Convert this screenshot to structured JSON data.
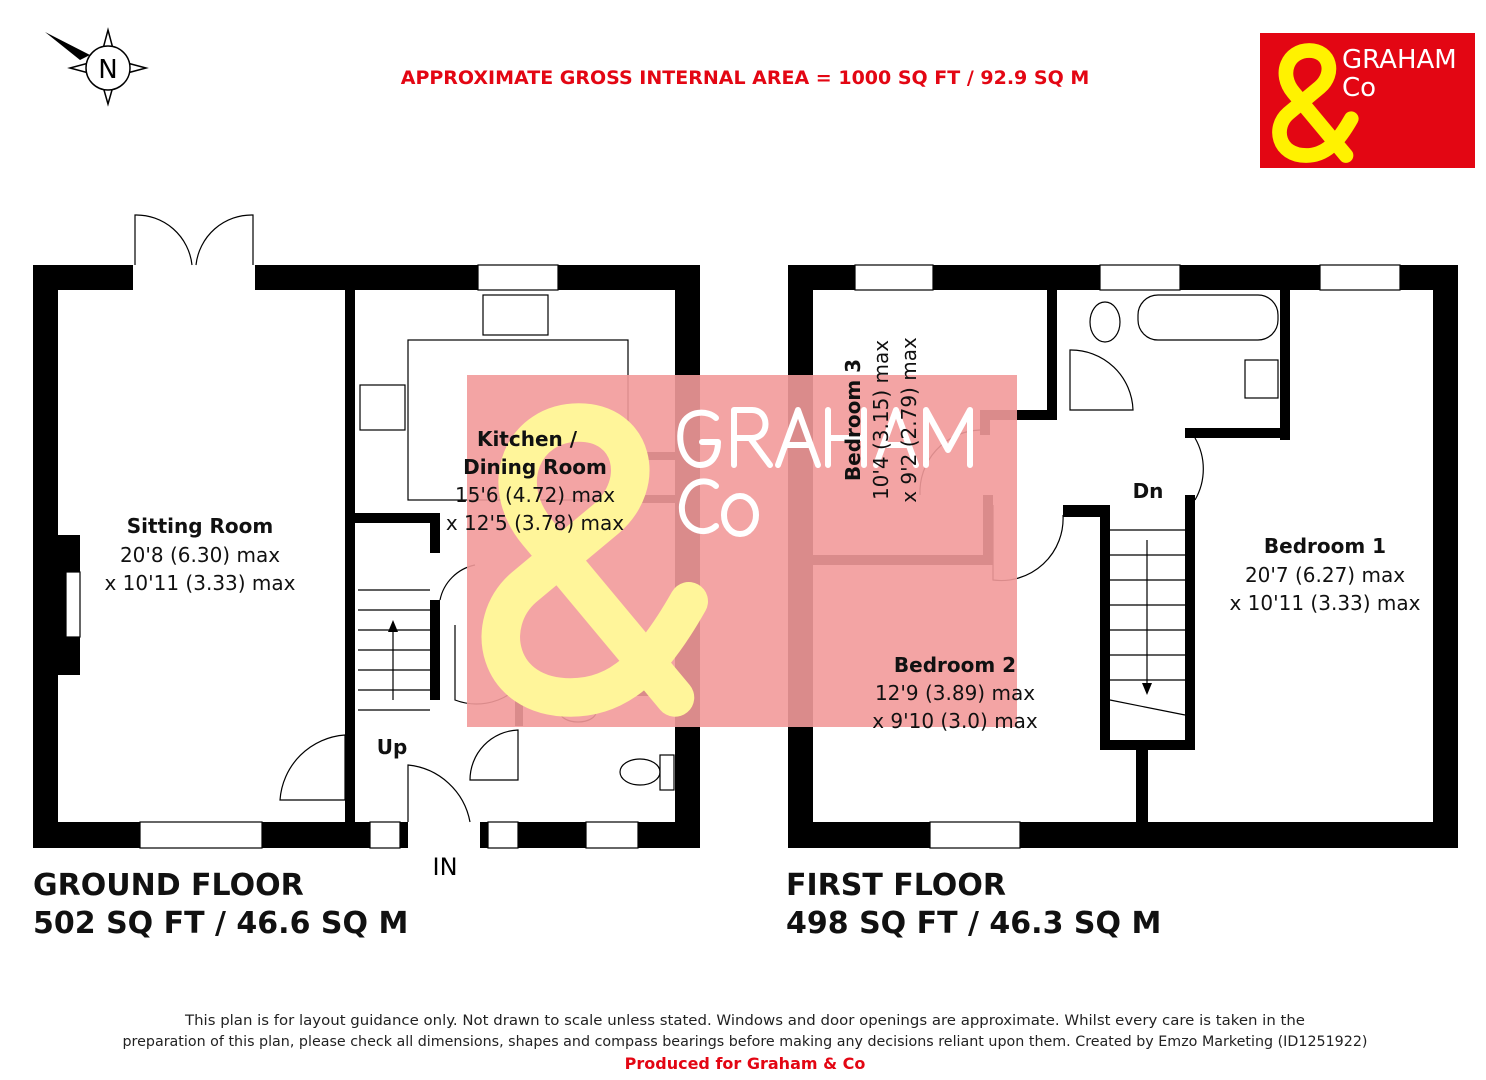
{
  "header": {
    "area_title": "APPROXIMATE GROSS INTERNAL AREA = 1000 SQ FT / 92.9 SQ M",
    "compass_letter": "N",
    "logo": {
      "line1": "GRAHAM",
      "line2": "Co",
      "ampersand": "&",
      "bg_color": "#e30613",
      "amp_color": "#fff200"
    }
  },
  "watermark": {
    "line1": "GRAHAM",
    "line2": "Co",
    "ampersand": "&",
    "bg_color": "#f29a9a"
  },
  "ground_floor": {
    "title": "GROUND FLOOR",
    "area": "502 SQ FT / 46.6 SQ M",
    "rooms": [
      {
        "name": "Sitting Room",
        "dim1": "20'8 (6.30) max",
        "dim2": "x 10'11 (3.33) max"
      },
      {
        "name_line1": "Kitchen /",
        "name_line2": "Dining Room",
        "dim1": "15'6 (4.72) max",
        "dim2": "x 12'5 (3.78) max"
      }
    ],
    "stairs_label": "Up",
    "entrance_label": "IN"
  },
  "first_floor": {
    "title": "FIRST FLOOR",
    "area": "498 SQ FT / 46.3 SQ M",
    "rooms": [
      {
        "name": "Bedroom 1",
        "dim1": "20'7 (6.27) max",
        "dim2": "x 10'11 (3.33) max"
      },
      {
        "name": "Bedroom 2",
        "dim1": "12'9 (3.89) max",
        "dim2": "x 9'10 (3.0) max"
      },
      {
        "name": "Bedroom 3",
        "dim1": "10'4 (3.15) max",
        "dim2": "x 9'2 (2.79) max"
      }
    ],
    "stairs_label": "Dn"
  },
  "footer": {
    "line1": "This plan is for layout guidance only. Not drawn to scale unless stated. Windows and door openings are approximate. Whilst every care is taken in the",
    "line2": "preparation of this plan, please check all dimensions, shapes and compass bearings before making any decisions reliant upon them. Created by Emzo Marketing (ID1251922)",
    "produced": "Produced for Graham & Co"
  }
}
